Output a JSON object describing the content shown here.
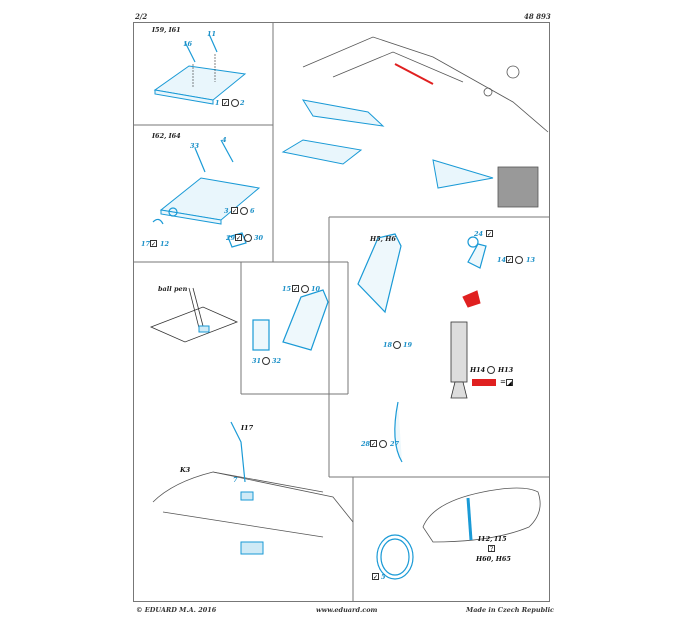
{
  "header": {
    "page": "2/2",
    "code": "48 893"
  },
  "footer": {
    "left": "© EDUARD  M.A. 2016",
    "center": "www.eduard.com",
    "right": "Made in Czech Republic"
  },
  "sections": {
    "s1": {
      "label": "I59, I61",
      "parts": [
        "16",
        "11",
        "1",
        "2"
      ]
    },
    "s2": {
      "label": "I62, I64",
      "parts": [
        "33",
        "4",
        "3",
        "6",
        "17",
        "12",
        "29",
        "30"
      ]
    },
    "s3": {
      "label": "H5, H6",
      "parts": [
        "24",
        "14",
        "13",
        "15",
        "10",
        "18",
        "19",
        "31",
        "32",
        "28",
        "27"
      ],
      "h14": "H14",
      "h13": "H13"
    },
    "s4": {
      "label": "ball pen"
    },
    "s5": {
      "parts": [
        "I17",
        "K3",
        "7"
      ]
    },
    "s6": {
      "parts": [
        "5"
      ],
      "l1": "I12, I15",
      "q": "?",
      "l2": "H60, H65"
    }
  },
  "colors": {
    "etch": "#1a9ad6",
    "red": "#e02020"
  }
}
